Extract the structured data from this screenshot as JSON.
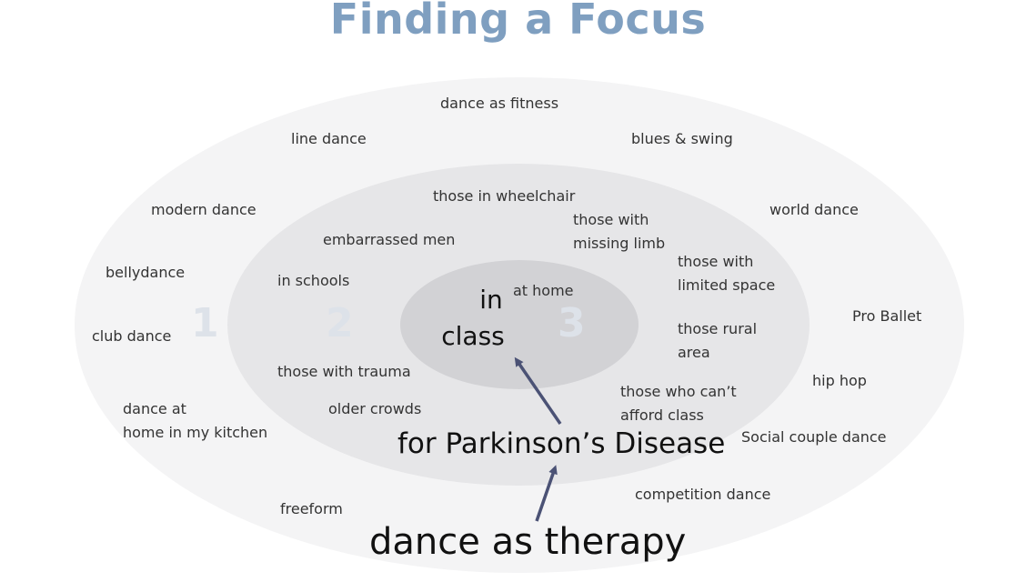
{
  "title": "Finding a Focus",
  "ring_numbers": [
    "1",
    "2",
    "3"
  ],
  "outer_ring": {
    "dance_fitness": "dance as fitness",
    "line_dance": "line dance",
    "blues_swing": "blues & swing",
    "modern_dance": "modern dance",
    "world_dance": "world dance",
    "bellydance": "bellydance",
    "pro_ballet": "Pro Ballet",
    "club_dance": "club dance",
    "hip_hop": "hip hop",
    "dance_at": "dance at",
    "home_kitchen": "home in my kitchen",
    "social_couple": "Social couple dance",
    "competition": "competition dance",
    "freeform": "freeform"
  },
  "middle_ring": {
    "wheelchair": "those in wheelchair",
    "missing_limb_1": "those with",
    "missing_limb_2": "missing limb",
    "embarrassed_men": "embarrassed men",
    "limited_space_1": "those with",
    "limited_space_2": "limited space",
    "in_schools": "in schools",
    "rural_1": "those rural",
    "rural_2": "area",
    "trauma": "those with trauma",
    "older_crowds": "older crowds",
    "afford_1": "those who can’t",
    "afford_2": "afford class"
  },
  "inner_ring": {
    "in": "in",
    "class": "class",
    "at_home": "at home"
  },
  "focus_labels": {
    "parkinsons": "for Parkinson’s Disease",
    "therapy": "dance as therapy"
  },
  "colors": {
    "title": "#7f9fc0",
    "outer_ring": "#f4f4f5",
    "middle_ring": "#e6e6e8",
    "inner_ring": "#d2d2d5",
    "arrow": "#4b5275"
  }
}
